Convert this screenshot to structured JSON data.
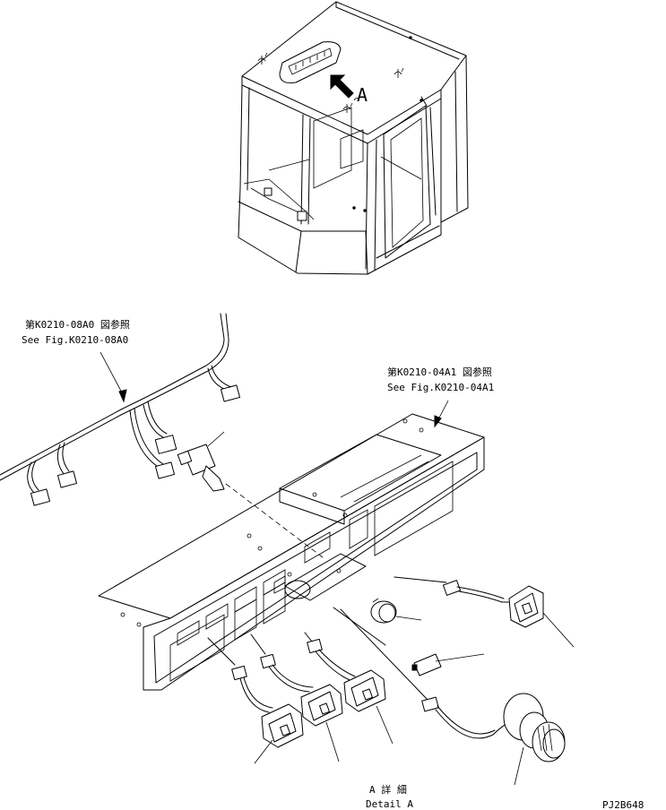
{
  "view_arrow_label": "A",
  "callouts": {
    "harness_ref": {
      "line1": "第K0210-08A0 図参照",
      "line2": "See Fig.K0210-08A0"
    },
    "panel_ref": {
      "line1": "第K0210-04A1 図参照",
      "line2": "See Fig.K0210-04A1"
    }
  },
  "detail_caption": {
    "line1": "A  詳 細",
    "line2": "Detail A"
  },
  "drawing_number": "PJ2B648"
}
